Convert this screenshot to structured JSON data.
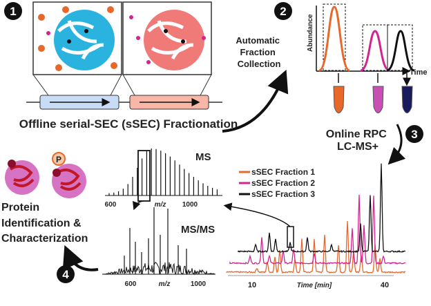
{
  "steps": {
    "one": "1",
    "two": "2",
    "three": "3",
    "four": "4"
  },
  "fractionation_label": "Offline serial-SEC (sSEC) Fractionation",
  "collection_label": [
    "Automatic",
    "Fraction",
    "Collection"
  ],
  "collection_plot": {
    "ylabel": "Abundance",
    "xlabel": "Time"
  },
  "lcms_label": [
    "Online RPC",
    "LC-MS+"
  ],
  "chromatogram": {
    "legend": [
      "sSEC Fraction 1",
      "sSEC Fraction 2",
      "sSEC Fraction 3"
    ],
    "xlabel": "Time [min]",
    "ticks": [
      "10",
      "40"
    ]
  },
  "ms": {
    "title": "MS",
    "ticks": [
      "600",
      "1000"
    ],
    "xlabel": "m/z"
  },
  "msms": {
    "title": "MS/MS",
    "ticks": [
      "600",
      "1000"
    ],
    "xlabel": "m/z"
  },
  "protein": {
    "label": [
      "Protein",
      "Identification &",
      "Characterization"
    ],
    "phospho": "P"
  },
  "colors": {
    "orange": "#e8672a",
    "pink": "#d3238f",
    "black": "#111111",
    "blue": "#2bb3e0",
    "salmon": "#f07a78",
    "navy": "#1a1a5e"
  }
}
